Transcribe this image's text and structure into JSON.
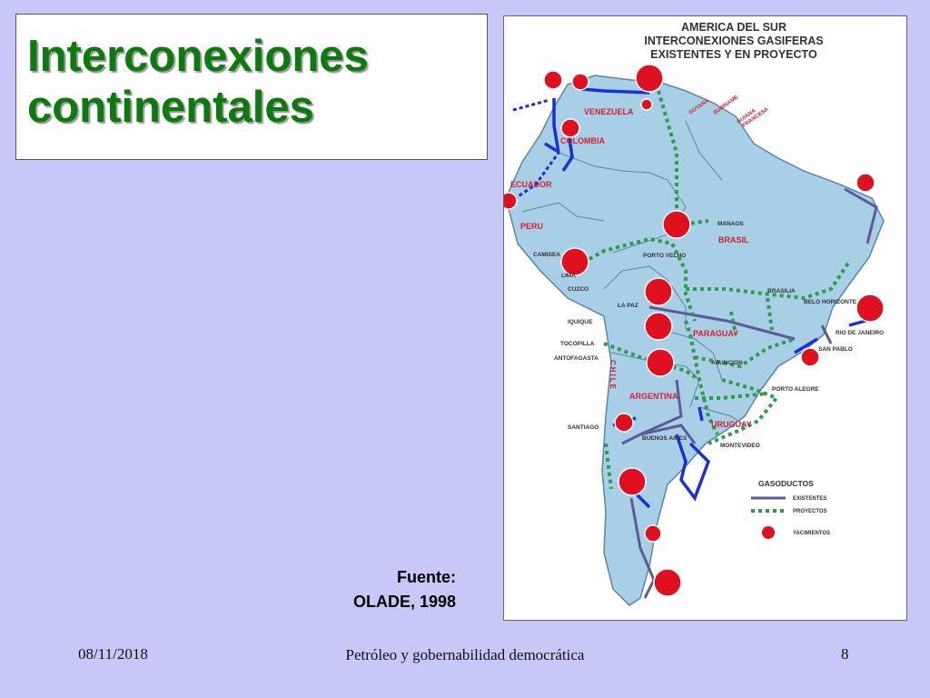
{
  "title": {
    "line1": "Interconexiones",
    "line2": "continentales"
  },
  "source": {
    "label": "Fuente:",
    "value": "OLADE, 1998"
  },
  "footer": {
    "date": "08/11/2018",
    "center": "Petróleo y gobernabilidad democrática",
    "page": "8"
  },
  "map": {
    "title_lines": [
      "AMERICA DEL SUR",
      "INTERCONEXIONES GASIFERAS",
      "EXISTENTES Y EN PROYECTO"
    ],
    "countries": {
      "venezuela": "VENEZUELA",
      "colombia": "COLOMBIA",
      "ecuador": "ECUADOR",
      "peru": "PERU",
      "brasil": "BRASIL",
      "paraguay": "PARAGUAY",
      "argentina": "ARGENTINA",
      "uruguay": "URUGUAY",
      "chile": "CHILE",
      "guyana": "GUYANA",
      "surinam": "SURINAME",
      "guyana_francesa_1": "GUIANA",
      "guyana_francesa_2": "FRANCESA"
    },
    "cities": {
      "manaos": "MANAOS",
      "camisea": "CAMISEA",
      "lima": "LIMA",
      "cuzco": "CUZCO",
      "porto_velho": "PORTO VELHO",
      "la_paz": "LA PAZ",
      "brasilia": "BRASILIA",
      "belo_horizonte": "BELO HORIZONTE",
      "rio": "RIO DE JANEIRO",
      "sao_paulo": "SAN PABLO",
      "iquique": "IQUIQUE",
      "tocopilla": "TOCOPILLA",
      "antofagasta": "ANTOFAGASTA",
      "asuncion": "ASUNCION",
      "porto_alegre": "PORTO ALEGRE",
      "santiago": "SANTIAGO",
      "buenos_aires": "BUENOS AIRES",
      "montevideo": "MONTEVIDEO"
    },
    "legend": {
      "title": "GASODUCTOS",
      "existing": "EXISTENTES",
      "projects": "PROYECTOS",
      "fields": "YACIMIENTOS"
    },
    "colors": {
      "land": "#a9cfe6",
      "border": "#5a86a6",
      "existing": "#5b5b9a",
      "project": "#2e9a52",
      "field": "#e01020",
      "blue": "#1a2fd8",
      "label_red": "#d0203a"
    }
  }
}
